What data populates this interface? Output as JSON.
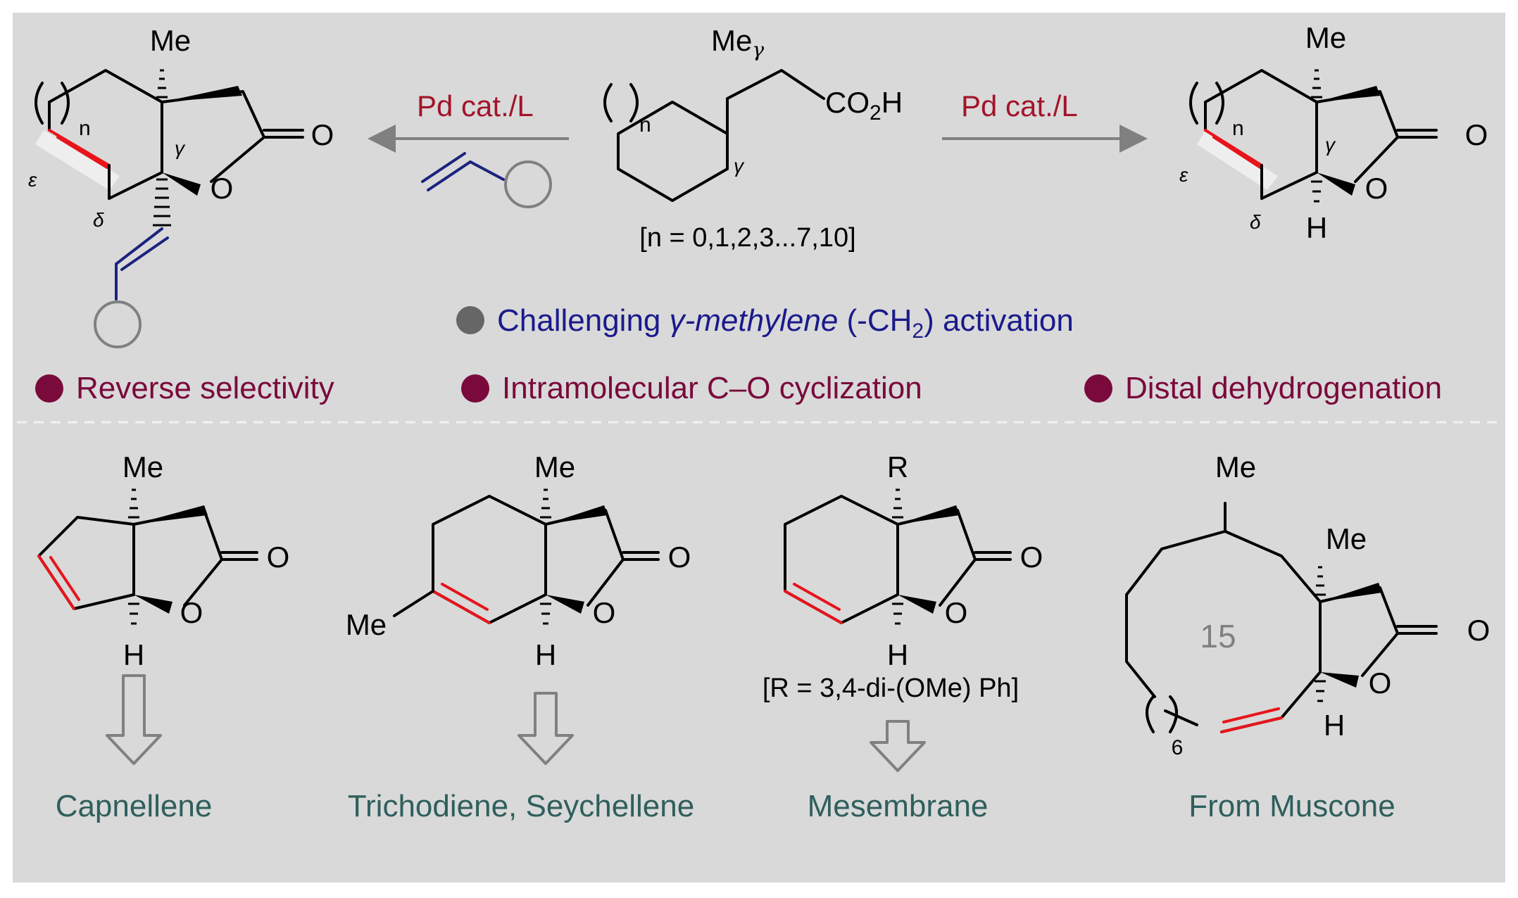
{
  "colors": {
    "background": "#d9d9d9",
    "red_label": "#a3132a",
    "maroon": "#7a0a3c",
    "navy": "#1a1a8c",
    "teal": "#2f5f5c",
    "gray": "#808080"
  },
  "top": {
    "left_product": {
      "me": "Me",
      "n": "n",
      "o_ring": "O",
      "o_exo": "O",
      "gamma": "γ",
      "epsilon": "ε",
      "delta": "δ"
    },
    "left_reagent": {
      "label_pd": "Pd cat./",
      "label_l": "L"
    },
    "substrate": {
      "me": "Me",
      "me_gamma": "γ",
      "co2h": "CO",
      "co2h_sub": "2",
      "co2h_h": "H",
      "n": "n",
      "gamma": "γ",
      "range": "[n = 0,1,2,3...7,10]"
    },
    "right_reagent": {
      "label_pd": "Pd cat./",
      "label_l": "L"
    },
    "right_product": {
      "me": "Me",
      "n": "n",
      "o_ring": "O",
      "o_exo": "O",
      "h": "H",
      "gamma": "γ",
      "epsilon": "ε",
      "delta": "δ"
    },
    "highlight": {
      "pre": "Challenging ",
      "italic": "γ-methylene",
      "mid": " (-CH",
      "sub": "2",
      "post": ") activation"
    },
    "bullets": [
      "Reverse selectivity",
      "Intramolecular C–O cyclization",
      "Distal dehydrogenation"
    ]
  },
  "bottom": {
    "items": [
      {
        "top_label": "Me",
        "o_ring": "O",
        "o_exo": "O",
        "h": "H",
        "name": "Capnellene"
      },
      {
        "top_label": "Me",
        "side_me": "Me",
        "o_ring": "O",
        "o_exo": "O",
        "h": "H",
        "name": "Trichodiene, Seychellene"
      },
      {
        "top_label": "R",
        "o_ring": "O",
        "o_exo": "O",
        "h": "H",
        "note": "[R = 3,4-di-(OMe) Ph]",
        "name": "Mesembrane"
      },
      {
        "top_label": "Me",
        "me2": "Me",
        "ring_size": "15",
        "sub_n": "6",
        "o_ring": "O",
        "o_exo": "O",
        "h": "H",
        "name": "From Muscone"
      }
    ]
  }
}
